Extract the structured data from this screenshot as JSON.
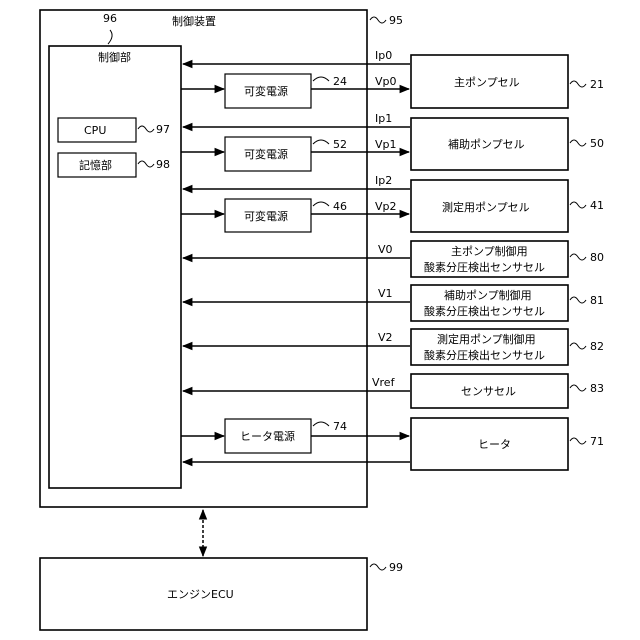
{
  "control_device": {
    "title": "制御装置",
    "ref": "95",
    "ref_top": "96"
  },
  "control_unit": {
    "title": "制御部"
  },
  "cpu": {
    "label": "CPU",
    "ref": "97"
  },
  "memory": {
    "label": "記憶部",
    "ref": "98"
  },
  "psu1": {
    "label": "可変電源",
    "ref": "24"
  },
  "psu2": {
    "label": "可変電源",
    "ref": "52"
  },
  "psu3": {
    "label": "可変電源",
    "ref": "46"
  },
  "heater_psu": {
    "label": "ヒータ電源",
    "ref": "74"
  },
  "main_pump": {
    "label": "主ポンプセル",
    "ref": "21"
  },
  "aux_pump": {
    "label": "補助ポンプセル",
    "ref": "50"
  },
  "meas_pump": {
    "label": "測定用ポンプセル",
    "ref": "41"
  },
  "s80": {
    "line1": "主ポンプ制御用",
    "line2": "酸素分圧検出センサセル",
    "ref": "80"
  },
  "s81": {
    "line1": "補助ポンプ制御用",
    "line2": "酸素分圧検出センサセル",
    "ref": "81"
  },
  "s82": {
    "line1": "測定用ポンプ制御用",
    "line2": "酸素分圧検出センサセル",
    "ref": "82"
  },
  "sensor_cell": {
    "label": "センサセル",
    "ref": "83"
  },
  "heater": {
    "label": "ヒータ",
    "ref": "71"
  },
  "ecu": {
    "label": "エンジンECU",
    "ref": "99"
  },
  "signals": {
    "ip0": "Ip0",
    "vp0": "Vp0",
    "ip1": "Ip1",
    "vp1": "Vp1",
    "ip2": "Ip2",
    "vp2": "Vp2",
    "v0": "V0",
    "v1": "V1",
    "v2": "V2",
    "vref": "Vref"
  }
}
